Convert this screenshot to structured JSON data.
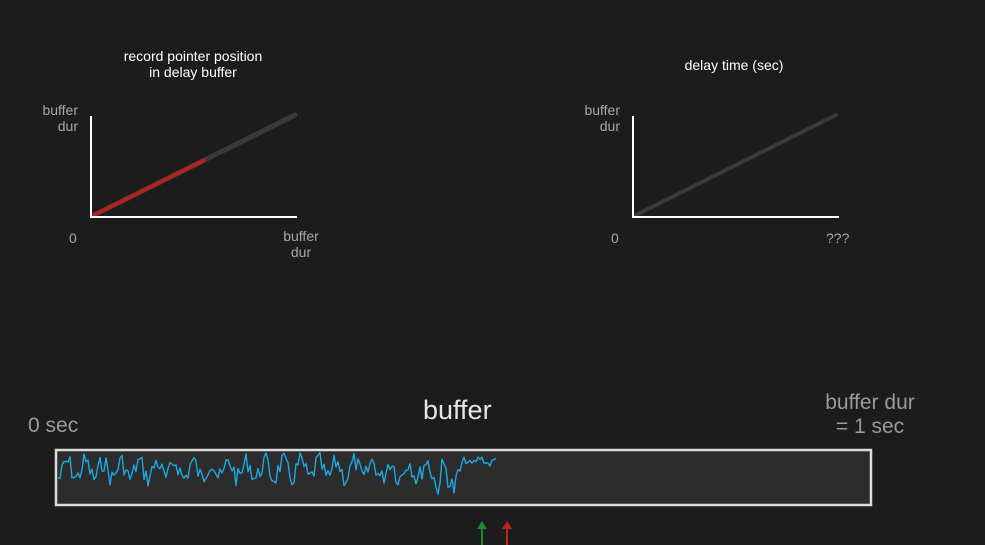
{
  "plot_left": {
    "title_line1": "record pointer position",
    "title_line2": "in delay buffer",
    "y_label_line1": "buffer",
    "y_label_line2": "dur",
    "origin_label": "0",
    "x_label_line1": "buffer",
    "x_label_line2": "dur",
    "progress": 0.55
  },
  "plot_right": {
    "title": "delay time (sec)",
    "y_label_line1": "buffer",
    "y_label_line2": "dur",
    "origin_label": "0",
    "x_label": "???"
  },
  "buffer": {
    "title": "buffer",
    "start_label": "0 sec",
    "end_label_line1": "buffer dur",
    "end_label_line2": "= 1 sec",
    "fill_fraction": 0.54
  },
  "colors": {
    "background": "#1c1c1c",
    "axis": "#ffffff",
    "trace_dim": "#3a3a3a",
    "record_line": "#b22222",
    "waveform": "#1ea8e0",
    "play_pointer": "#1e8a2e",
    "record_pointer": "#c0261f",
    "buffer_fill": "#2c2c2c",
    "buffer_border": "#dcdcdc"
  },
  "pointers": [
    {
      "name": "play-pointer",
      "color_key": "play_pointer"
    },
    {
      "name": "record-pointer",
      "color_key": "record_pointer"
    }
  ]
}
